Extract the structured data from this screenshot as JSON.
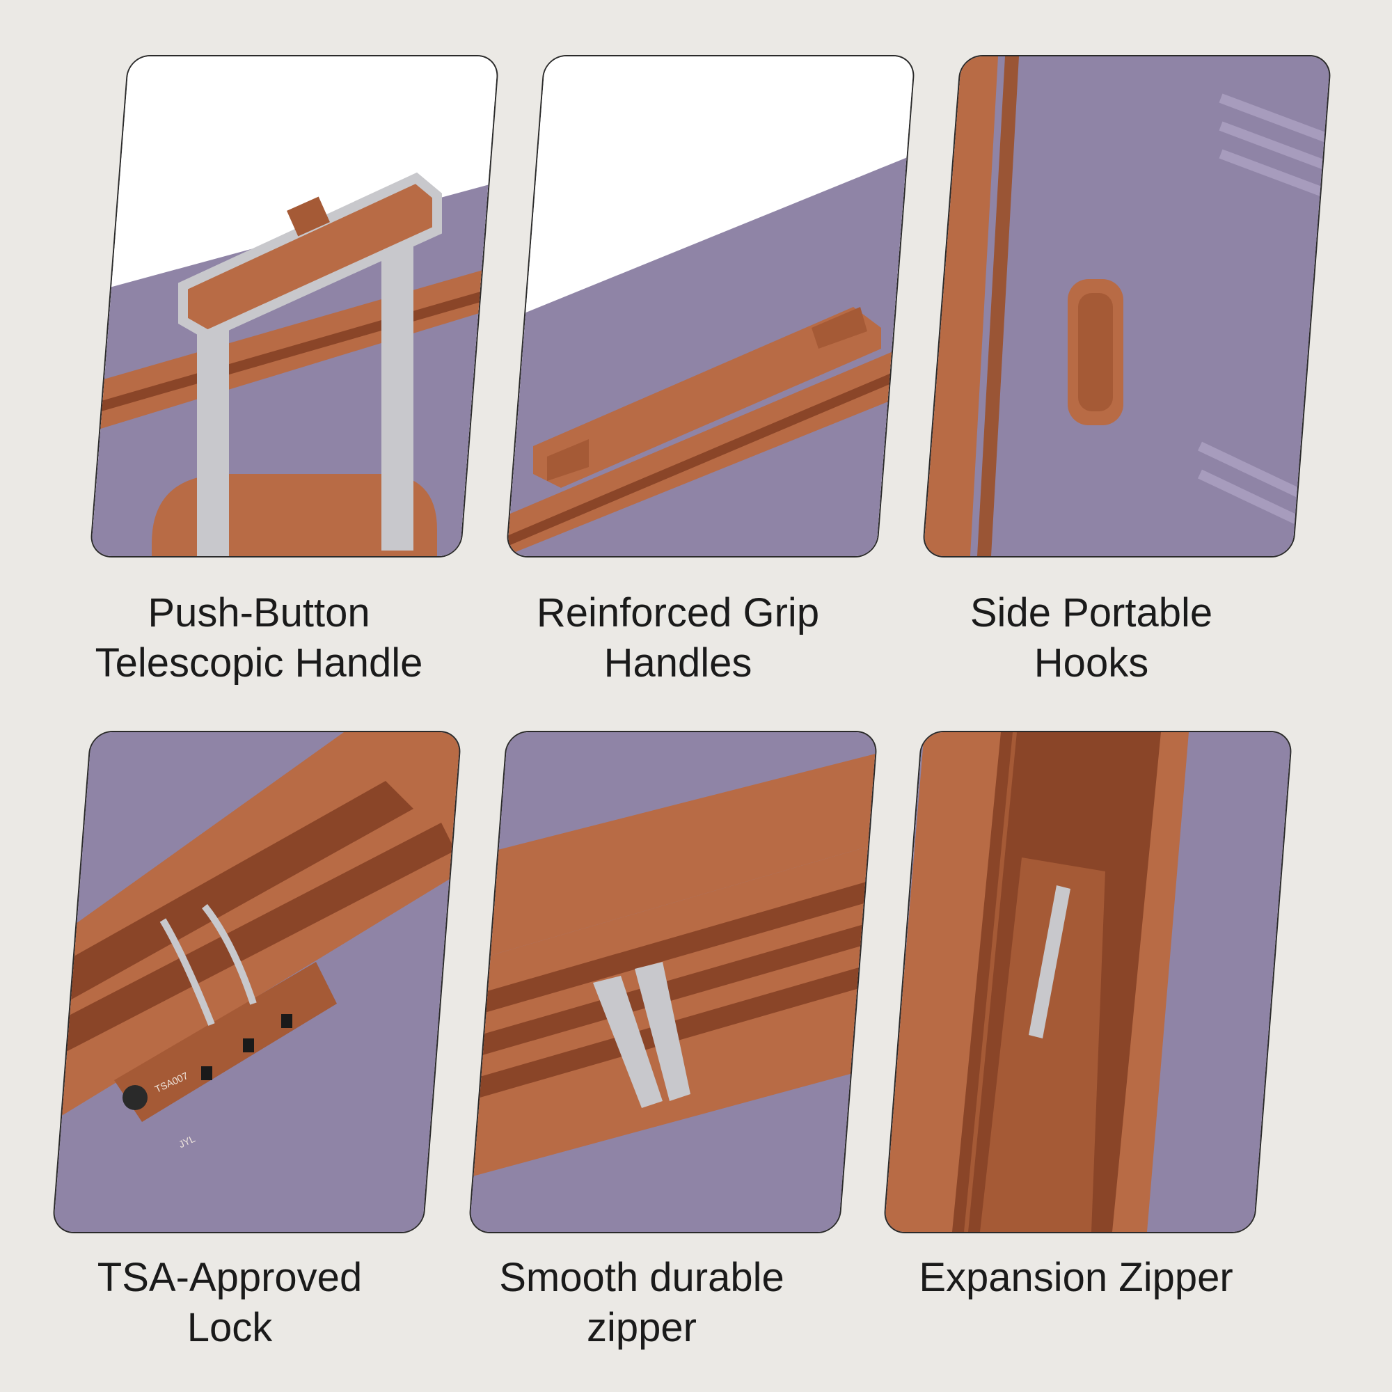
{
  "features": [
    {
      "lines": [
        "Push-Button",
        "Telescopic Handle"
      ],
      "icon": "telescopic-handle"
    },
    {
      "lines": [
        "Reinforced Grip",
        "Handles"
      ],
      "icon": "grip-handle"
    },
    {
      "lines": [
        "Side Portable",
        "Hooks"
      ],
      "icon": "side-hook"
    },
    {
      "lines": [
        "TSA-Approved",
        "Lock"
      ],
      "icon": "tsa-lock",
      "lock_code": "TSA007",
      "lock_brand": "JYL"
    },
    {
      "lines": [
        "Smooth durable",
        "zipper"
      ],
      "icon": "zipper-pulls"
    },
    {
      "lines": [
        "Expansion Zipper"
      ],
      "icon": "expansion-zipper"
    }
  ],
  "colors": {
    "background": "#ebe9e5",
    "shell": "#8f84a6",
    "trim": "#b86b45",
    "zipper": "#8a4528",
    "metal": "#c8c8cc"
  }
}
